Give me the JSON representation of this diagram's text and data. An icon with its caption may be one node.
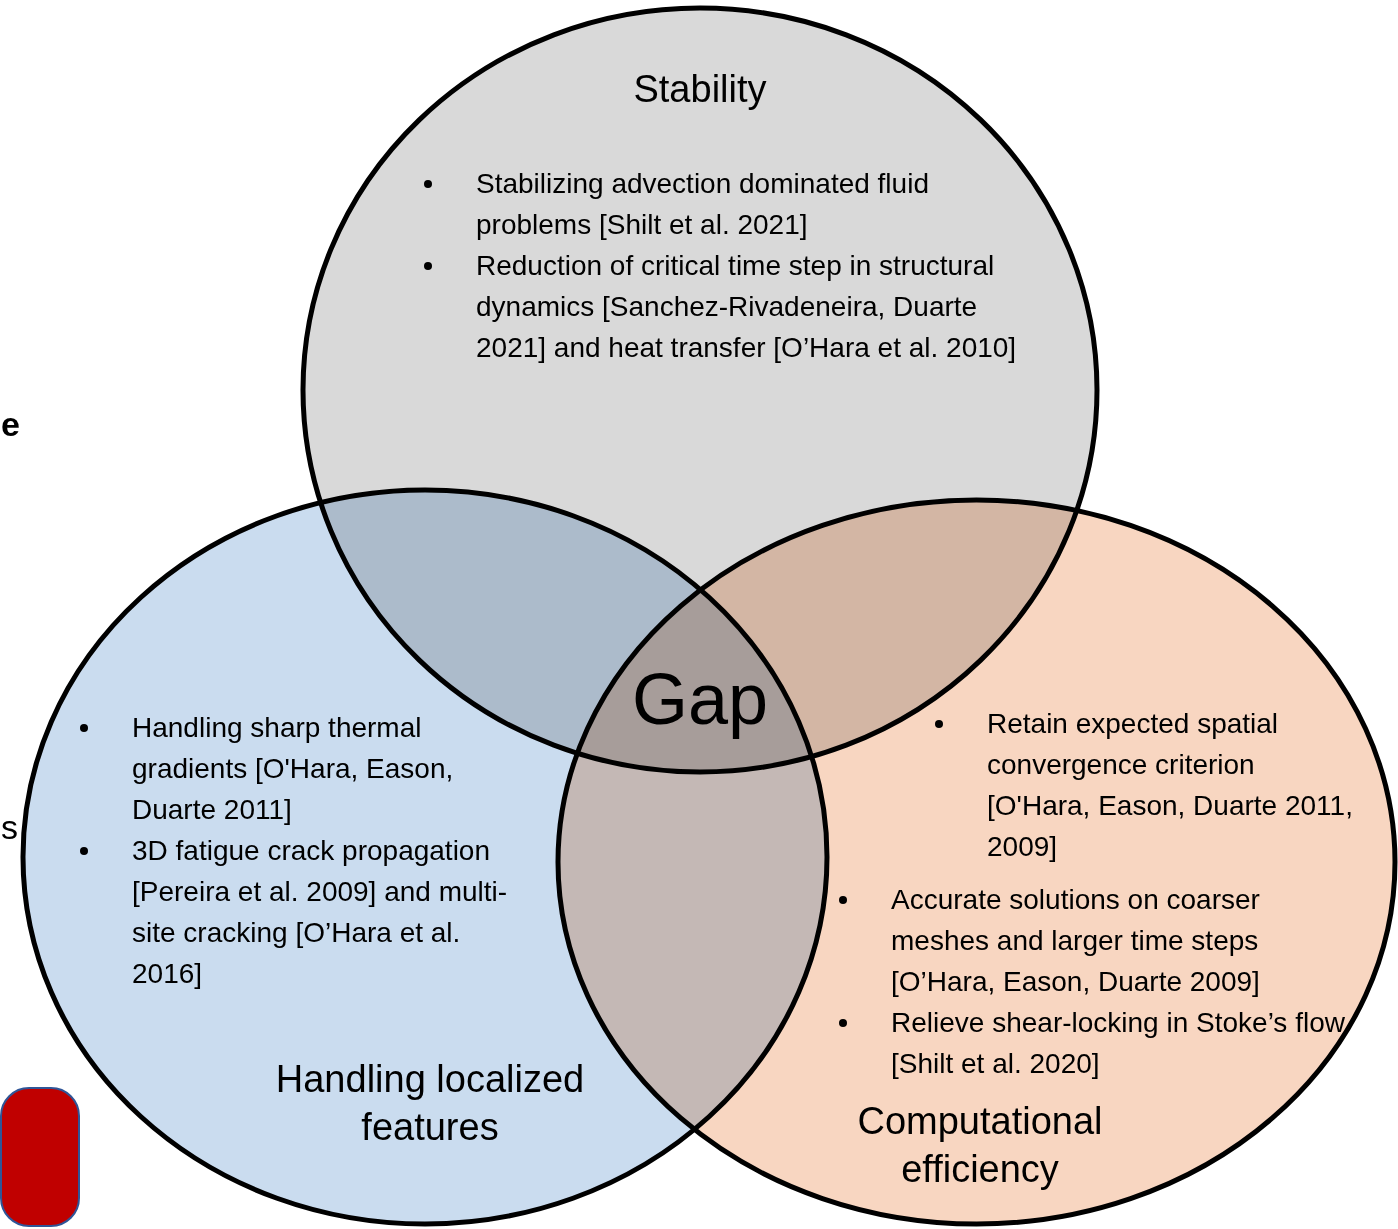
{
  "diagram": {
    "nodes": [
      {
        "text": [
          "Stability",
          "Stabilizing advection dominated fluid problems [Shilt et al. 2021]",
          "Reduction of critical time step in structural dynamics [Sanchez-Rivadeneira, Duarte 2021] and heat transfer [O’Hara et al. 2010]"
        ]
      },
      {
        "text": [
          "Handling sharp thermal gradients [O'Hara, Eason, Duarte 2011]",
          "3D fatigue crack propagation [Pereira et al. 2009] and multi-site cracking [O’Hara et al. 2016]",
          "Handling localized features"
        ]
      },
      {
        "text": [
          "Retain expected spatial convergence criterion [O'Hara, Eason, Duarte 2011, 2009]",
          "Accurate solutions on coarser meshes and larger time steps [O’Hara, Eason, Duarte 2009]",
          "Relieve shear-locking in Stoke’s flow [Shilt et al. 2020]",
          "Computational efficiency"
        ]
      },
      {
        "text": [],
        "shape": "box"
      }
    ],
    "edges": [],
    "labels": [
      "e",
      "Gap",
      "s"
    ]
  }
}
